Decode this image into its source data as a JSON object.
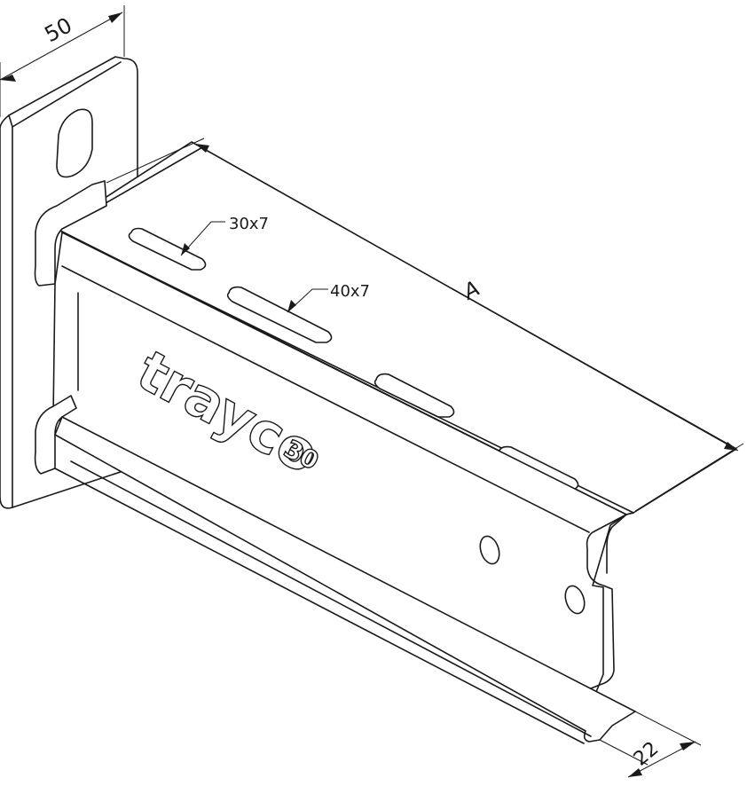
{
  "dimensions": {
    "width_label": "50",
    "length_label": "A",
    "flange_label": "22"
  },
  "callouts": {
    "short_slot": "30x7",
    "long_slot": "40x7"
  },
  "branding": {
    "logo_text": "trayco",
    "size_label": "30"
  }
}
